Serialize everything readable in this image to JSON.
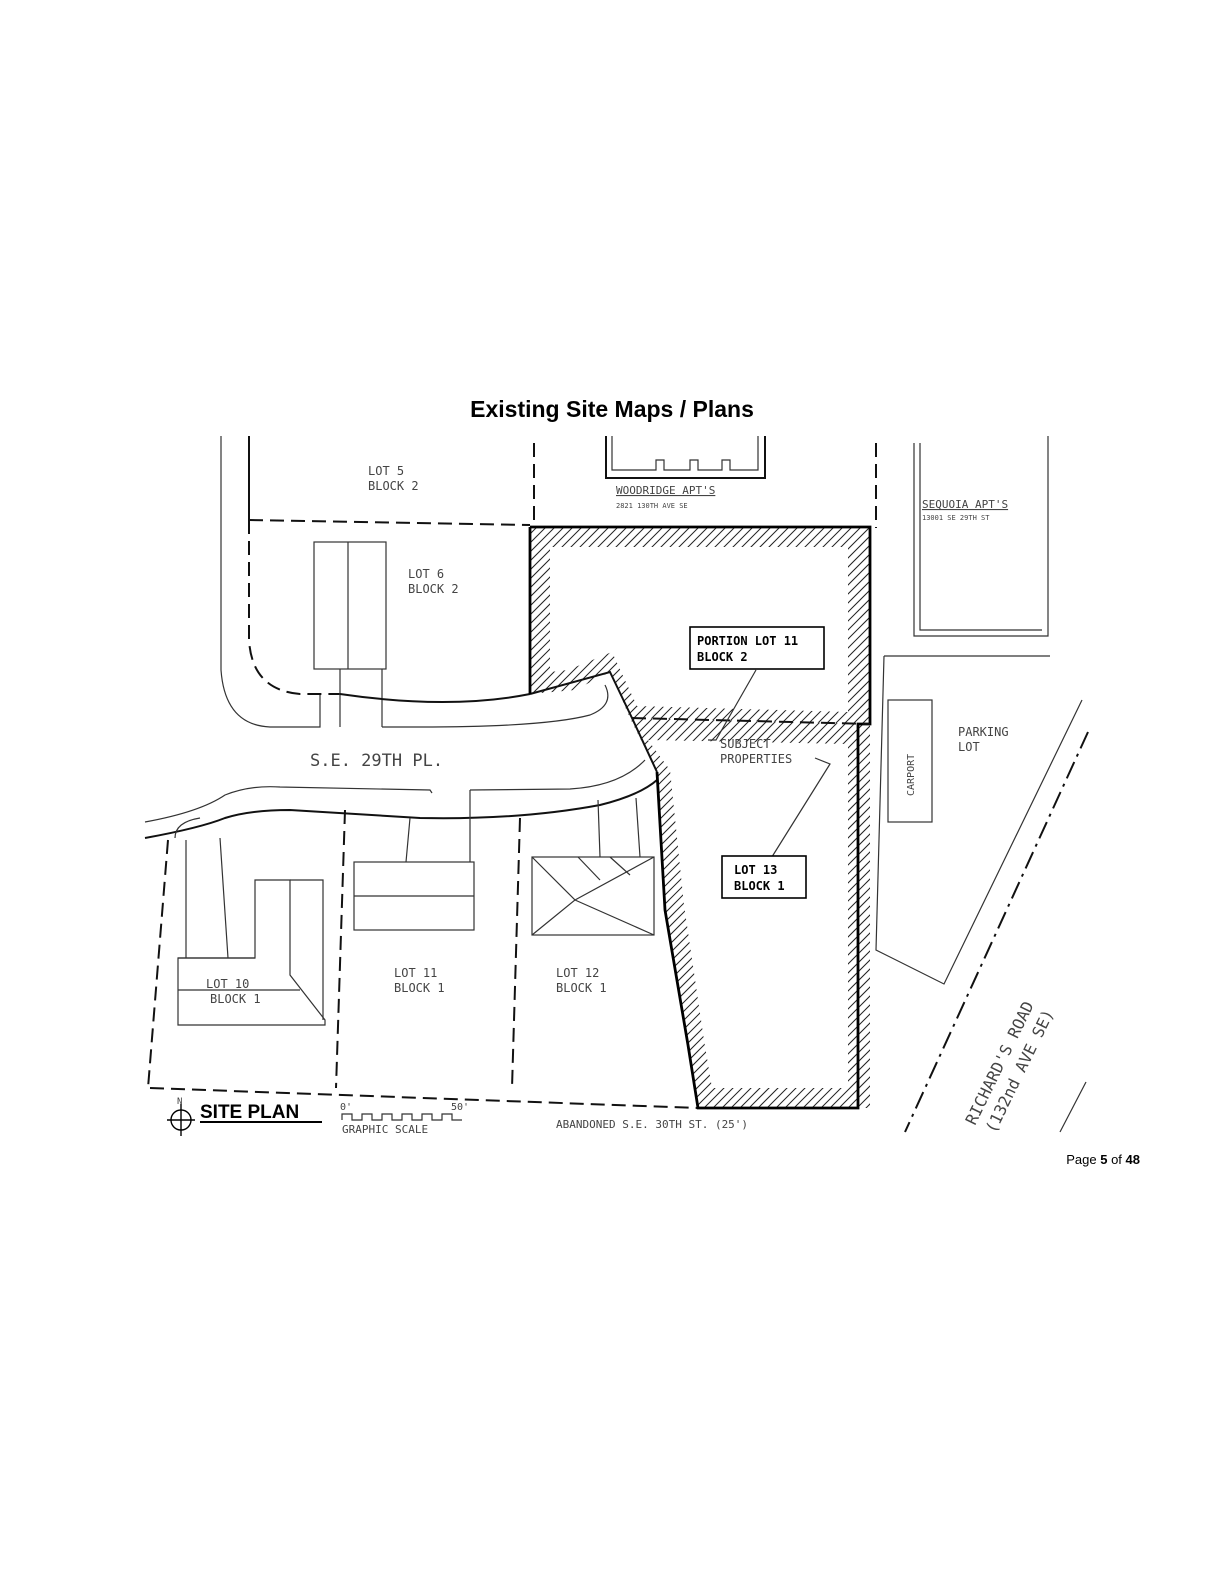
{
  "document": {
    "title": "Existing Site Maps / Plans",
    "page_label_prefix": "Page ",
    "page_current": "5",
    "page_of": " of ",
    "page_total": "48"
  },
  "site_plan": {
    "lots": {
      "lot5": "LOT 5",
      "lot5_block": "BLOCK 2",
      "lot6": "LOT 6",
      "lot6_block": "BLOCK 2",
      "portion_lot11": "PORTION LOT 11",
      "portion_lot11_block": "BLOCK 2",
      "lot13": "LOT 13",
      "lot13_block": "BLOCK 1",
      "lot10": "LOT 10",
      "lot10_block": "BLOCK 1",
      "lot11": "LOT 11",
      "lot11_block": "BLOCK 1",
      "lot12": "LOT 12",
      "lot12_block": "BLOCK 1"
    },
    "neighbors": {
      "woodridge": "WOODRIDGE APT'S",
      "woodridge_addr": "2821 130TH AVE SE",
      "sequoia": "SEQUOIA APT'S",
      "sequoia_addr": "13001 SE 29TH ST",
      "parking_1": "PARKING",
      "parking_2": "LOT",
      "carport": "CARPORT"
    },
    "streets": {
      "se29": "S.E. 29TH PL.",
      "abandoned": "ABANDONED S.E. 30TH ST. (25')",
      "richards_1": "RICHARD'S ROAD",
      "richards_2": "(132nd AVE SE)"
    },
    "annotations": {
      "subject_1": "SUBJECT",
      "subject_2": "PROPERTIES"
    },
    "legend": {
      "north": "N",
      "site_plan": "SITE PLAN",
      "scale_start": "0'",
      "scale_end": "50'",
      "graphic_scale": "GRAPHIC SCALE"
    }
  }
}
